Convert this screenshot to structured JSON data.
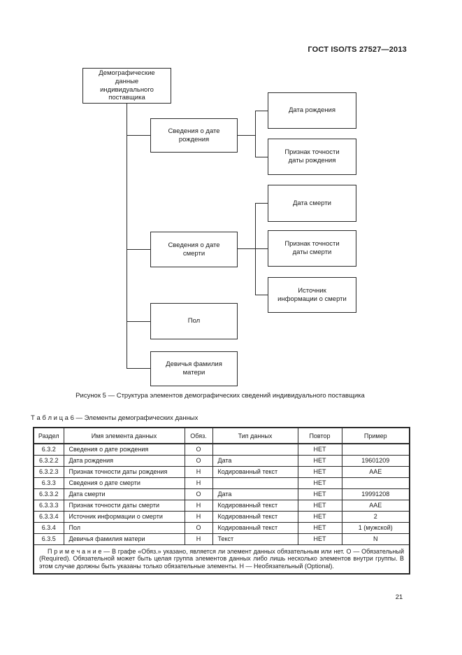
{
  "header": {
    "title": "ГОСТ ISO/TS 27527—2013"
  },
  "figure": {
    "caption": "Рисунок 5 — Структура элементов демографических сведений индивидуального поставщика",
    "nodes": {
      "root": [
        "Демографические",
        "данные",
        "индивидуального",
        "поставщика"
      ],
      "birth_info": [
        "Сведения о дате",
        "рождения"
      ],
      "birth_date": [
        "Дата рождения"
      ],
      "birth_accuracy": [
        "Признак точности",
        "даты рождения"
      ],
      "death_date": [
        "Дата смерти"
      ],
      "death_info": [
        "Сведения о дате",
        "смерти"
      ],
      "death_accuracy": [
        "Признак точности",
        "даты смерти"
      ],
      "death_source": [
        "Источник",
        "информации о смерти"
      ],
      "sex": [
        "Пол"
      ],
      "maiden_name": [
        "Девичья фамилия",
        "матери"
      ]
    }
  },
  "table": {
    "title": "Т а б л и ц а  6 — Элементы демографических данных",
    "headers": [
      "Раздел",
      "Имя элемента данных",
      "Обяз.",
      "Тип данных",
      "Повтор",
      "Пример"
    ],
    "rows": [
      [
        "6.3.2",
        "Сведения о дате рождения",
        "О",
        "",
        "НЕТ",
        ""
      ],
      [
        "6.3.2.2",
        "Дата рождения",
        "О",
        "Дата",
        "НЕТ",
        "19601209"
      ],
      [
        "6.3.2.3",
        "Признак точности даты рождения",
        "Н",
        "Кодированный текст",
        "НЕТ",
        "AAE"
      ],
      [
        "6.3.3",
        "Сведения о дате смерти",
        "Н",
        "",
        "НЕТ",
        ""
      ],
      [
        "6.3.3.2",
        "Дата смерти",
        "О",
        "Дата",
        "НЕТ",
        "19991208"
      ],
      [
        "6.3.3.3",
        "Признак точности даты смерти",
        "Н",
        "Кодированный текст",
        "НЕТ",
        "AAE"
      ],
      [
        "6.3.3.4",
        "Источник информации о смерти",
        "Н",
        "Кодированный текст",
        "НЕТ",
        "2"
      ],
      [
        "6.3.4",
        "Пол",
        "О",
        "Кодированный текст",
        "НЕТ",
        "1 (мужской)"
      ],
      [
        "6.3.5",
        "Девичья фамилия матери",
        "Н",
        "Текст",
        "НЕТ",
        "N"
      ]
    ],
    "note": "П р и м е ч а н и е — В графе «Обяз.» указано, является ли элемент данных обязательным или нет. О — Обязательный (Required). Обязательной может быть целая группа элементов данных либо лишь несколько элементов внутри группы. В этом случае должны быть указаны только обязательные элементы. Н — Необязательный (Optional)."
  },
  "page_number": "21"
}
